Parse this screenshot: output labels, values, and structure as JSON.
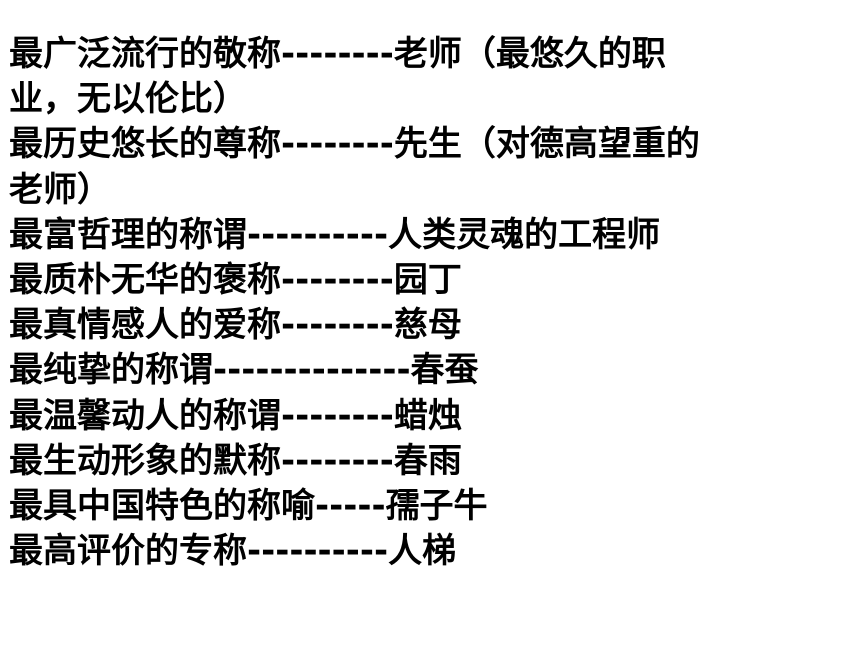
{
  "document": {
    "lines": [
      "最广泛流行的敬称--------老师（最悠久的职",
      "业，无以伦比）",
      "最历史悠长的尊称--------先生（对德高望重的",
      "老师）",
      "最富哲理的称谓----------人类灵魂的工程师",
      "最质朴无华的褒称--------园丁",
      "最真情感人的爱称--------慈母",
      "最纯挚的称谓--------------春蚕",
      "最温馨动人的称谓--------蜡烛",
      "最生动形象的默称--------春雨",
      "最具中国特色的称喻-----孺子牛",
      "最高评价的专称----------人梯"
    ]
  }
}
